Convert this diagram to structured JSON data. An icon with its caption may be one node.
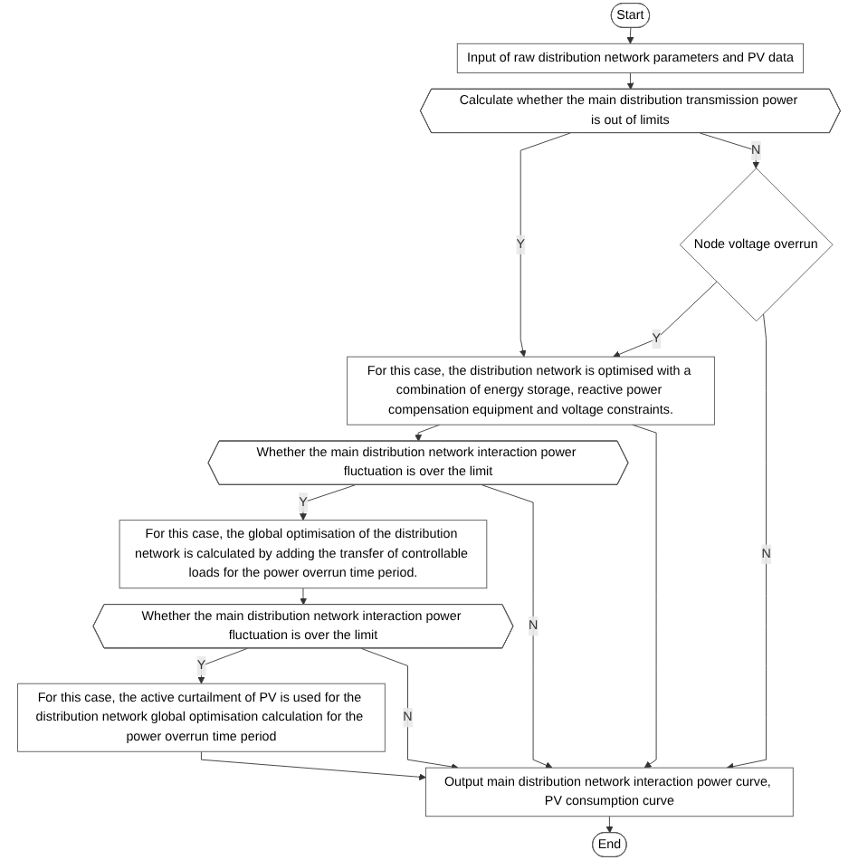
{
  "diagram": {
    "nodes": [
      {
        "text": [
          "Start"
        ]
      },
      {
        "text": [
          "Input of raw distribution network parameters and PV data"
        ]
      },
      {
        "text": [
          "Calculate whether the main distribution transmission power is out of limits"
        ]
      },
      {
        "text": [
          "For this case, the distribution network is optimised with a combination of energy storage, reactive power compensation equipment and voltage constraints."
        ]
      },
      {
        "text": [
          "Node voltage overrun"
        ]
      },
      {
        "text": [
          "Whether the main distribution network interaction power fluctuation is over the limit"
        ]
      },
      {
        "text": [
          "For this case, the global optimisation of the distribution network is calculated by adding the transfer of controllable loads for the power overrun time period."
        ]
      },
      {
        "text": [
          "Whether the main distribution network interaction power fluctuation is over the limit"
        ]
      },
      {
        "text": [
          "For this case, the active curtailment of PV is used for the distribution network global optimisation calculation for the power overrun time period"
        ]
      },
      {
        "text": [
          "Output main distribution network interaction power curve, PV consumption curve"
        ]
      },
      {
        "text": [
          "End"
        ]
      }
    ],
    "edges": [
      {
        "from": 0,
        "to": 1,
        "arrow": "to"
      },
      {
        "from": 1,
        "to": 2,
        "arrow": "to"
      },
      {
        "from": 2,
        "to": 3,
        "label": "Y",
        "arrow": "to"
      },
      {
        "from": 2,
        "to": 4,
        "label": "N",
        "arrow": "to"
      },
      {
        "from": 4,
        "to": 3,
        "label": "Y",
        "arrow": "to"
      },
      {
        "from": 4,
        "to": 9,
        "label": "N",
        "arrow": "to"
      },
      {
        "from": 3,
        "to": 5,
        "arrow": "to"
      },
      {
        "from": 3,
        "to": 9,
        "arrow": "to"
      },
      {
        "from": 5,
        "to": 6,
        "label": "Y",
        "arrow": "to"
      },
      {
        "from": 5,
        "to": 9,
        "label": "N",
        "arrow": "to"
      },
      {
        "from": 6,
        "to": 7,
        "arrow": "to"
      },
      {
        "from": 7,
        "to": 8,
        "label": "Y",
        "arrow": "to"
      },
      {
        "from": 7,
        "to": 9,
        "label": "N",
        "arrow": "to"
      },
      {
        "from": 8,
        "to": 9,
        "arrow": "to"
      },
      {
        "from": 9,
        "to": 10,
        "arrow": "to"
      }
    ]
  }
}
